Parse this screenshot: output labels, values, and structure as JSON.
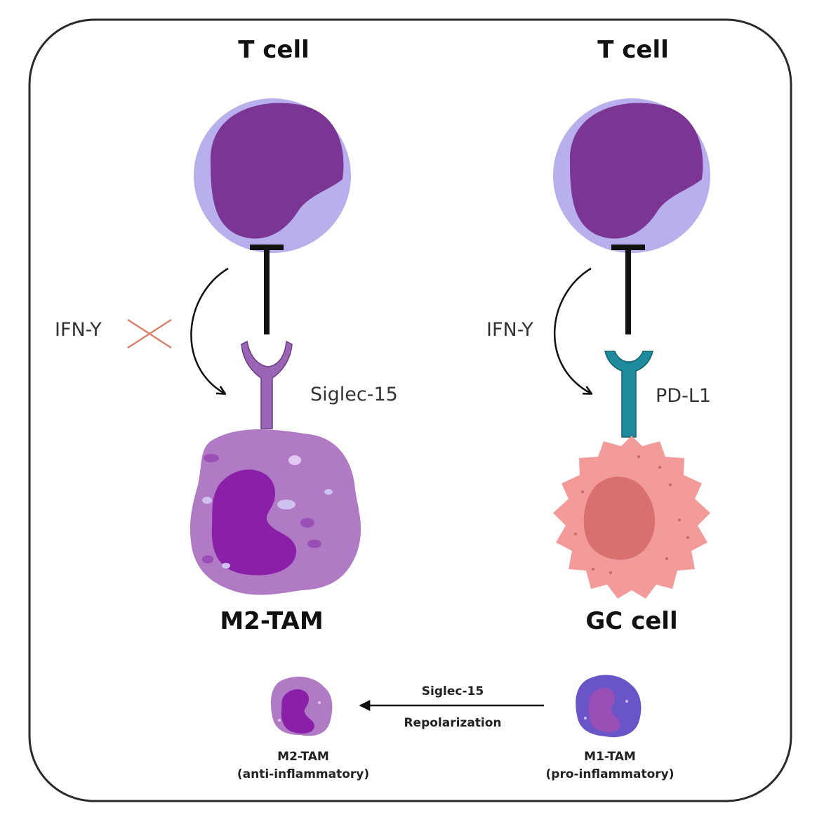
{
  "left_panel": {
    "t_cell_title": "T cell",
    "signal_label": "IFN-Y",
    "receptor_label": "Siglec-15",
    "cell_title": "M2-TAM"
  },
  "right_panel": {
    "t_cell_title": "T cell",
    "signal_label": "IFN-Y",
    "receptor_label": "PD-L1",
    "cell_title": "GC cell"
  },
  "bottom": {
    "arrow_label_top": "Siglec-15",
    "arrow_label_bottom": "Repolarization",
    "left_cell": {
      "name": "M2-TAM",
      "descriptor": "(anti-inflammatory)"
    },
    "right_cell": {
      "name": "M1-TAM",
      "descriptor": "(pro-inflammatory)"
    }
  },
  "colors": {
    "t_cell_nucleus": "#7b3595",
    "t_cell_membrane": "#b7b0ec",
    "m2_body": "#b07ac4",
    "m2_nucleus": "#8a1fa8",
    "siglec15": "#9b65b5",
    "pdl1": "#1e8a9c",
    "gc_body": "#f39a9a",
    "gc_nucleus": "#d97070",
    "m1_body": "#6a55c8",
    "block_x": "#d9806a"
  }
}
